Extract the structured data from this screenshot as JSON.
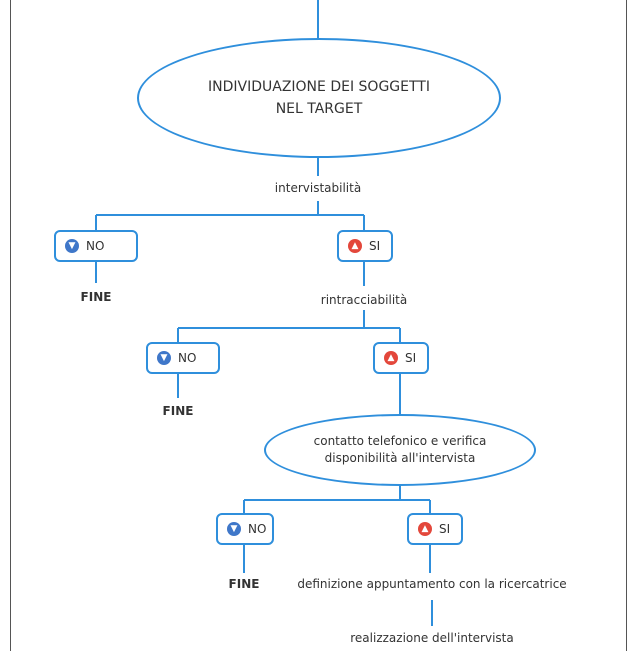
{
  "colors": {
    "accent": "#2f8fdc",
    "thumb_down": "#3f77c9",
    "thumb_up": "#e3473b",
    "text": "#333333"
  },
  "nodes": {
    "target_line1": "INDIVIDUAZIONE DEI SOGGETTI",
    "target_line2": "NEL TARGET",
    "q1": "intervistabilità",
    "q1_no": "NO",
    "q1_no_end": "FINE",
    "q1_yes": "SI",
    "q2": "rintracciabilità",
    "q2_no": "NO",
    "q2_no_end": "FINE",
    "q2_yes": "SI",
    "contact_line1": "contatto telefonico e verifica",
    "contact_line2": "disponibilità all'intervista",
    "q3_no": "NO",
    "q3_no_end": "FINE",
    "q3_yes": "SI",
    "appointment": "definizione appuntamento con la ricercatrice",
    "interview": "realizzazione dell'intervista"
  },
  "icons": {
    "no": "thumbs-down-icon",
    "yes": "thumbs-up-icon"
  }
}
